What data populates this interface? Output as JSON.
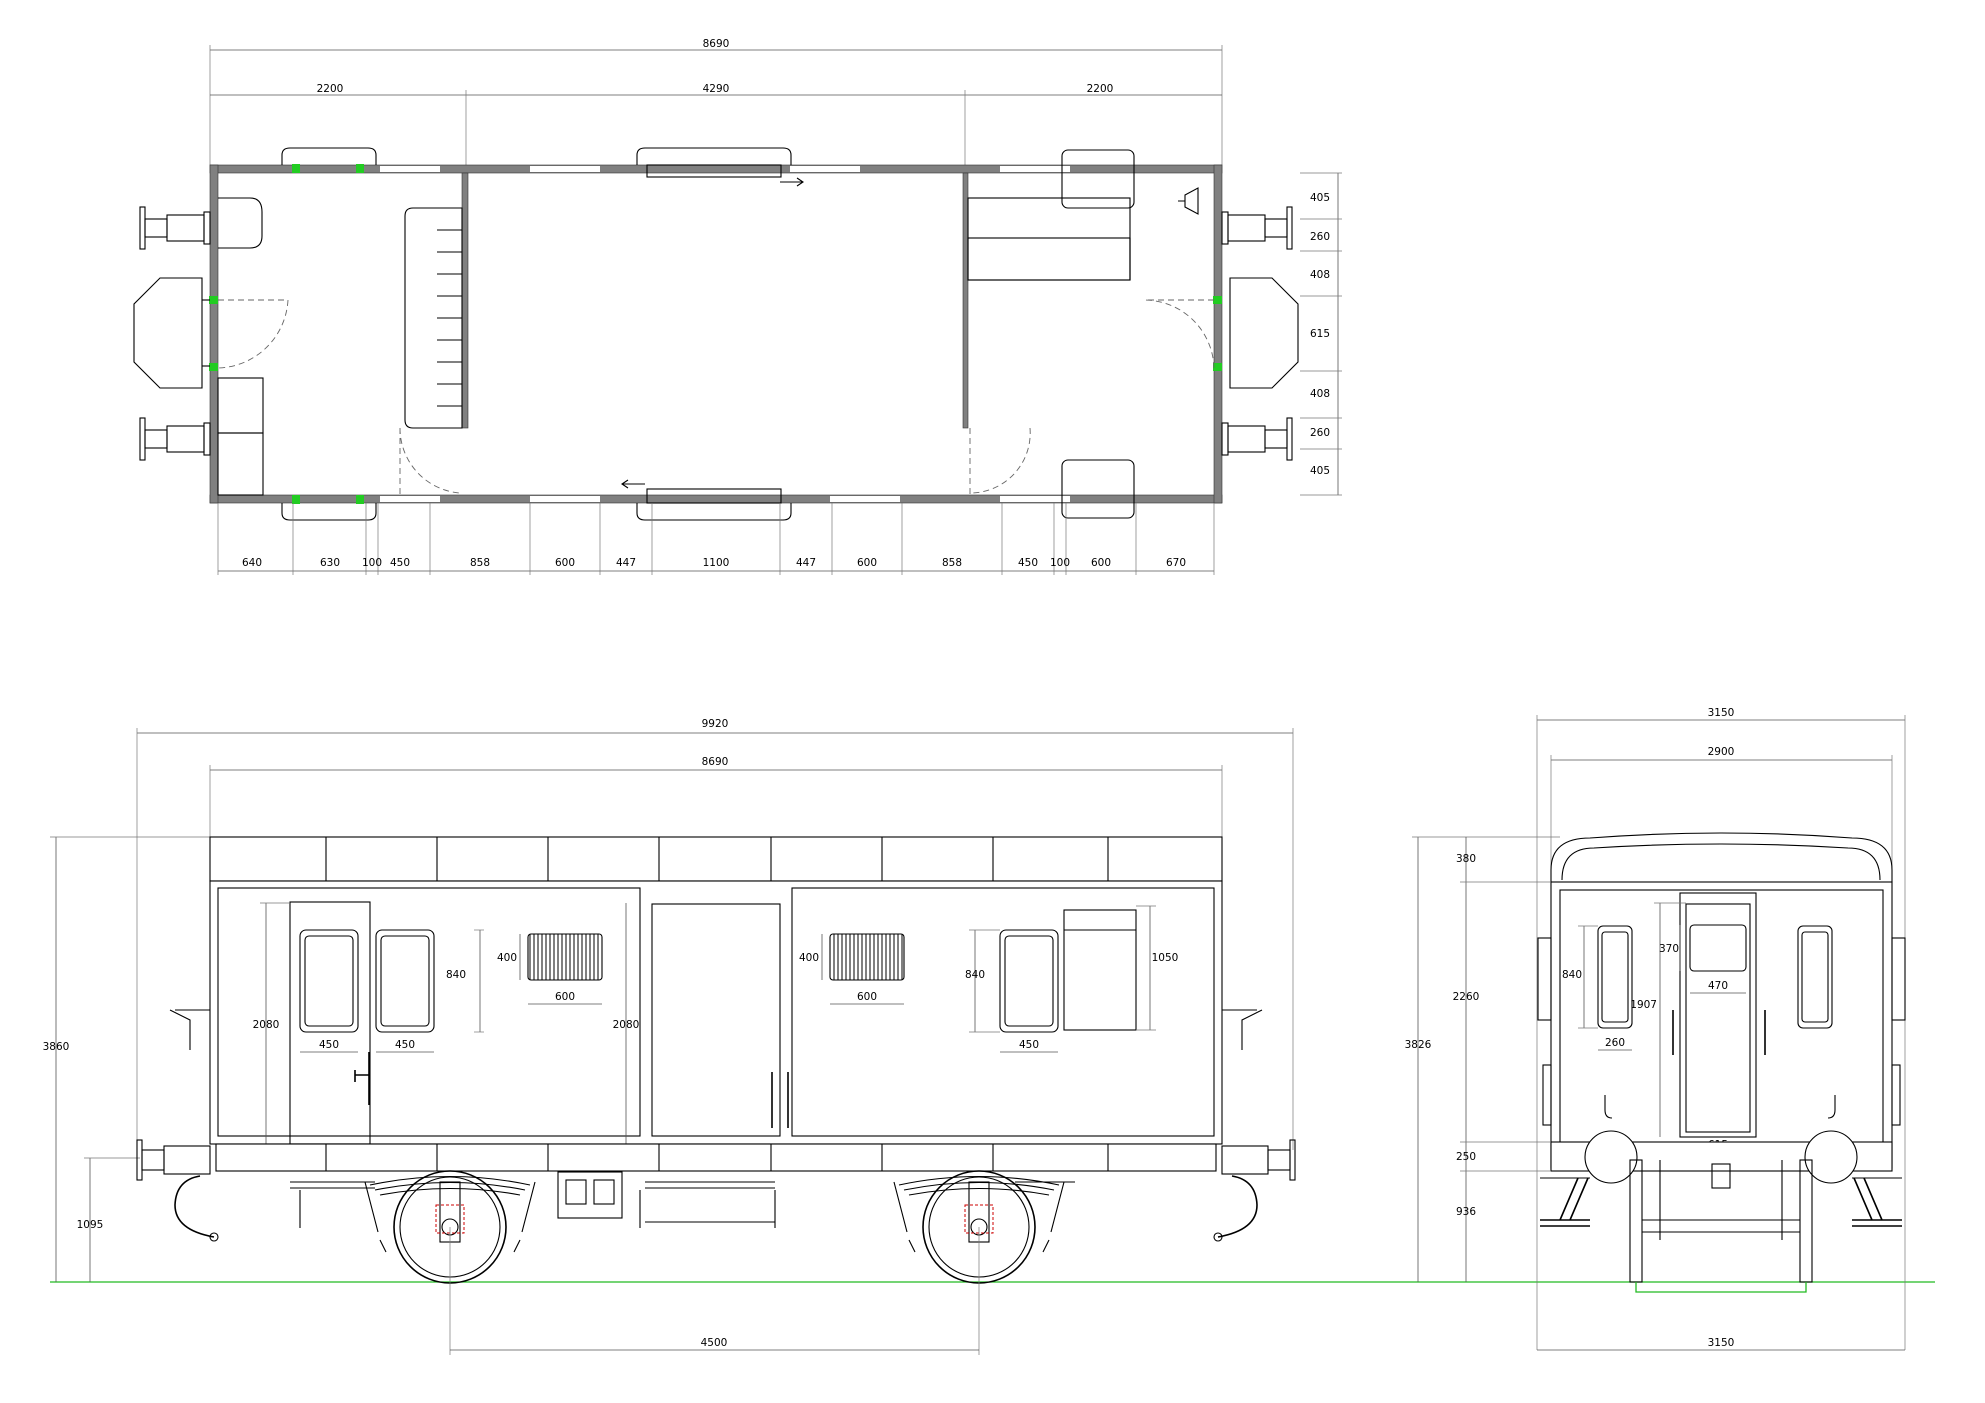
{
  "plan": {
    "overall": "8690",
    "segments": [
      "2200",
      "4290",
      "2200"
    ],
    "bottom": [
      "640",
      "630",
      "100",
      "450",
      "858",
      "600",
      "447",
      "1100",
      "447",
      "600",
      "858",
      "450",
      "100",
      "600",
      "670"
    ],
    "right": [
      "405",
      "260",
      "408",
      "615",
      "408",
      "260",
      "405"
    ]
  },
  "side": {
    "overall_buffers": "9920",
    "body_length": "8690",
    "height_total": "3860",
    "buffer_height": "1095",
    "door_height_left": "2080",
    "door_height_mid": "2080",
    "window_height_left": "840",
    "window_height_right": "840",
    "window_width_a": "450",
    "window_width_b": "450",
    "window_width_c": "450",
    "vent_height_left": "400",
    "vent_height_right": "400",
    "vent_width_left": "600",
    "vent_width_right": "600",
    "box_height": "1050",
    "wheelbase": "4500"
  },
  "end": {
    "width_overall": "3150",
    "width_body": "2900",
    "height_total": "3826",
    "roof": "380",
    "body": "2260",
    "frame": "250",
    "below": "936",
    "window_height": "840",
    "window_width": "260",
    "door_height": "1907",
    "door_window_h": "370",
    "door_window_w": "470",
    "door_width": "615",
    "base_width": "3150"
  }
}
